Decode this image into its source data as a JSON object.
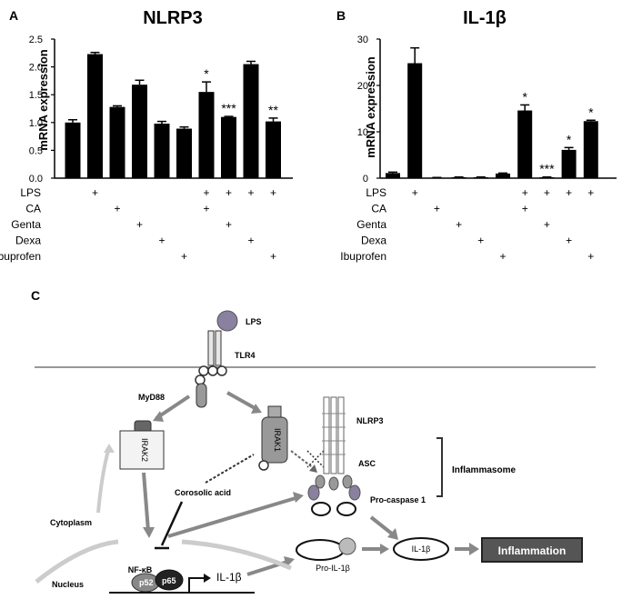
{
  "panels": {
    "a": "A",
    "b": "B",
    "c": "C"
  },
  "chart_data": [
    {
      "type": "bar",
      "title": "NLRP3",
      "ylabel": "mRNA expression",
      "ylim": [
        0,
        2.5
      ],
      "yticks": [
        "0.0",
        "0.5",
        "1.0",
        "1.5",
        "2.0",
        "2.5"
      ],
      "ytick_values": [
        0,
        0.5,
        1.0,
        1.5,
        2.0,
        2.5
      ],
      "values": [
        1.0,
        2.23,
        1.28,
        1.68,
        0.98,
        0.89,
        1.55,
        1.1,
        2.05,
        1.02
      ],
      "errors": [
        0.05,
        0.03,
        0.02,
        0.08,
        0.04,
        0.03,
        0.18,
        0.01,
        0.05,
        0.06
      ],
      "significance": [
        "",
        "",
        "",
        "",
        "",
        "",
        "*",
        "***",
        "",
        "**"
      ]
    },
    {
      "type": "bar",
      "title": "IL-1β",
      "ylabel": "mRNA expression",
      "ylim": [
        0,
        30
      ],
      "yticks": [
        "0",
        "10",
        "20",
        "30"
      ],
      "ytick_values": [
        0,
        10,
        20,
        30
      ],
      "values": [
        1.1,
        24.8,
        0.1,
        0.2,
        0.2,
        1.0,
        14.6,
        0.2,
        6.1,
        12.3
      ],
      "errors": [
        0.2,
        3.3,
        0.05,
        0.05,
        0.05,
        0.1,
        1.2,
        0.05,
        0.5,
        0.2
      ],
      "significance": [
        "",
        "",
        "",
        "",
        "",
        "",
        "*",
        "***",
        "*",
        "*"
      ]
    }
  ],
  "treatments": {
    "labels": [
      "LPS",
      "CA",
      "Genta",
      "Dexa",
      "Ibuprofen"
    ],
    "plus": "+",
    "matrix": [
      [
        false,
        true,
        false,
        false,
        false,
        false,
        true,
        true,
        true,
        true
      ],
      [
        false,
        false,
        true,
        false,
        false,
        false,
        true,
        false,
        false,
        false
      ],
      [
        false,
        false,
        false,
        true,
        false,
        false,
        false,
        true,
        false,
        false
      ],
      [
        false,
        false,
        false,
        false,
        true,
        false,
        false,
        false,
        true,
        false
      ],
      [
        false,
        false,
        false,
        false,
        false,
        true,
        false,
        false,
        false,
        true
      ]
    ]
  },
  "diagram": {
    "lps": "LPS",
    "tlr4": "TLR4",
    "myd88": "MyD88",
    "irak2": "IRAK2",
    "irak1": "IRAK1",
    "corosolic": "Corosolic acid",
    "cytoplasm": "Cytoplasm",
    "nucleus": "Nucleus",
    "nfkb": "NF-κB",
    "p52": "p52",
    "p65": "p65",
    "il1b_gene": "IL-1β",
    "pro_il1b": "Pro-IL-1β",
    "il1b": "IL-1β",
    "nlrp3": "NLRP3",
    "asc": "ASC",
    "procasp": "Pro-caspase 1",
    "inflammasome": "Inflammasome",
    "inflammation": "Inflammation"
  }
}
